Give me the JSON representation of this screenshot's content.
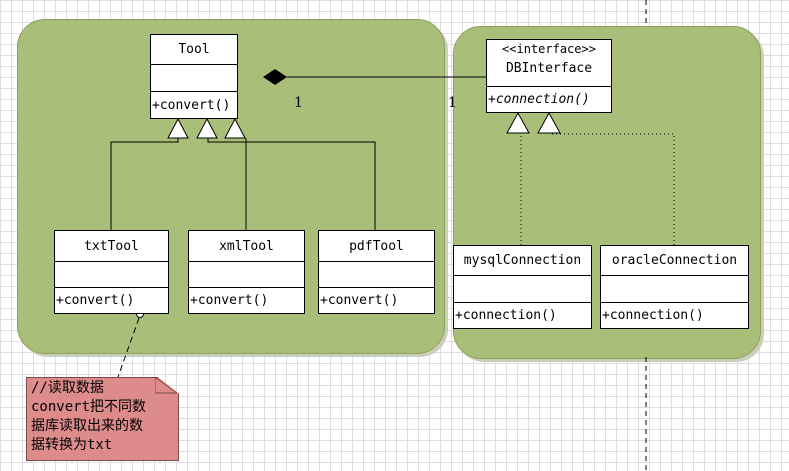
{
  "packages": {
    "tools": {},
    "db": {}
  },
  "classes": {
    "tool": {
      "name": "Tool",
      "op": "+convert()"
    },
    "txt_tool": {
      "name": "txtTool",
      "op": "+convert()"
    },
    "xml_tool": {
      "name": "xmlTool",
      "op": "+convert()"
    },
    "pdf_tool": {
      "name": "pdfTool",
      "op": "+convert()"
    },
    "db_interface": {
      "stereotype": "<<interface>>",
      "name": "DBInterface",
      "op": "+connection()"
    },
    "mysql": {
      "name": "mysqlConnection",
      "op": "+connection()"
    },
    "oracle": {
      "name": "oracleConnection",
      "op": "+connection()"
    }
  },
  "multiplicity": {
    "left": "1",
    "right": "1"
  },
  "note": {
    "lines": [
      "//读取数据",
      "convert把不同数",
      "据库读取出来的数",
      "据转换为txt"
    ]
  },
  "colors": {
    "package_fill": "#a9be78",
    "note_fill": "#dd8b8b",
    "grid": "#dadde2"
  }
}
